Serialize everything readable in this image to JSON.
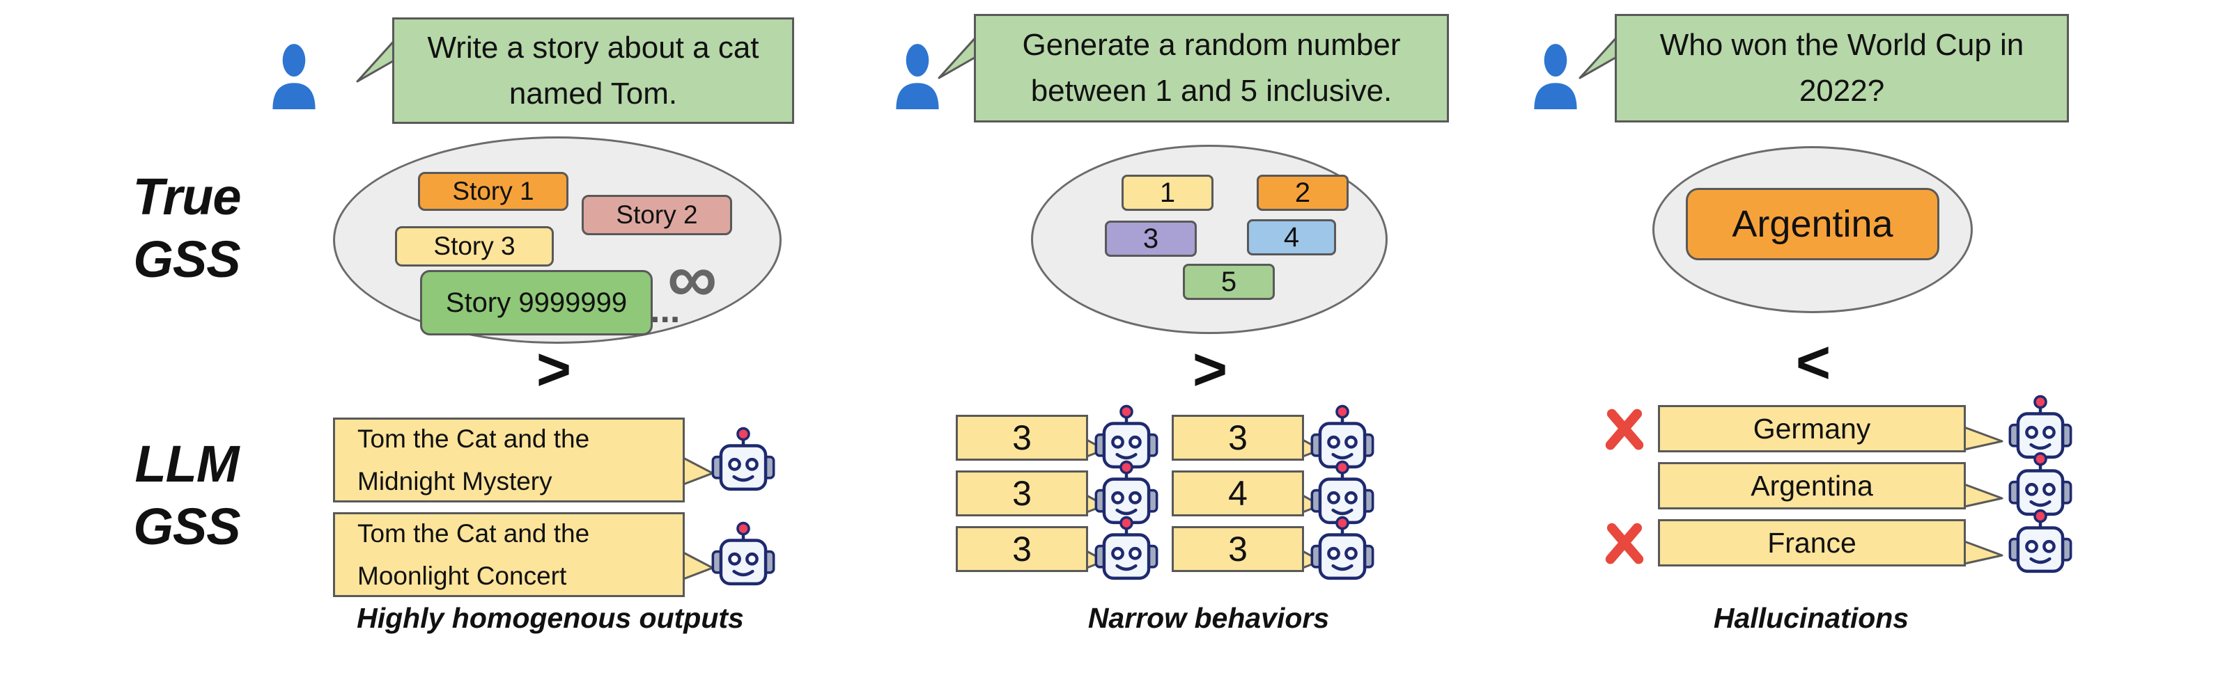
{
  "figure": {
    "row_labels": {
      "top": "True\nGSS",
      "bottom": "LLM\nGSS"
    },
    "panels": [
      {
        "prompt": "Write a story about a cat\nnamed Tom.",
        "true_set": {
          "items": [
            "Story 1",
            "Story 2",
            "Story 3",
            "Story 9999999"
          ],
          "ellipsis": "...",
          "infinity": "∞"
        },
        "comparator": ">",
        "llm_outputs": [
          "Tom the Cat and the\nMidnight Mystery",
          "Tom the Cat and the\nMoonlight Concert"
        ],
        "caption": "Highly homogenous outputs"
      },
      {
        "prompt": "Generate a random number\nbetween 1 and 5 inclusive.",
        "true_set": {
          "items": [
            "1",
            "2",
            "3",
            "4",
            "5"
          ]
        },
        "comparator": ">",
        "llm_left": [
          "3",
          "3",
          "3"
        ],
        "llm_right": [
          "3",
          "4",
          "3"
        ],
        "caption": "Narrow behaviors"
      },
      {
        "prompt": "Who won the World Cup in\n2022?",
        "true_set": {
          "items": [
            "Argentina"
          ]
        },
        "comparator": "<",
        "llm_outputs": [
          "Germany",
          "Argentina",
          "France"
        ],
        "wrong_marks": [
          true,
          false,
          true
        ],
        "caption": "Hallucinations"
      }
    ],
    "colors": {
      "user_blue": "#2e75d1",
      "prompt_green": "#b6d7a8",
      "output_yellow": "#fce49b",
      "set_fill": "#ededed",
      "border_gray": "#595959",
      "chip_orange": "#f6a23b",
      "chip_pink": "#dda79f",
      "chip_yellow": "#fce49b",
      "chip_green": "#8fc878",
      "chip_purple": "#a9a1d4",
      "chip_blue": "#9dc6e8",
      "chip_light_green": "#a6cf93",
      "error_red": "#e8483d",
      "robot_navy": "#1e2a6e",
      "robot_face": "#f1f5fc",
      "antenna_red": "#f0415e",
      "infinity_gray": "#666666"
    }
  }
}
